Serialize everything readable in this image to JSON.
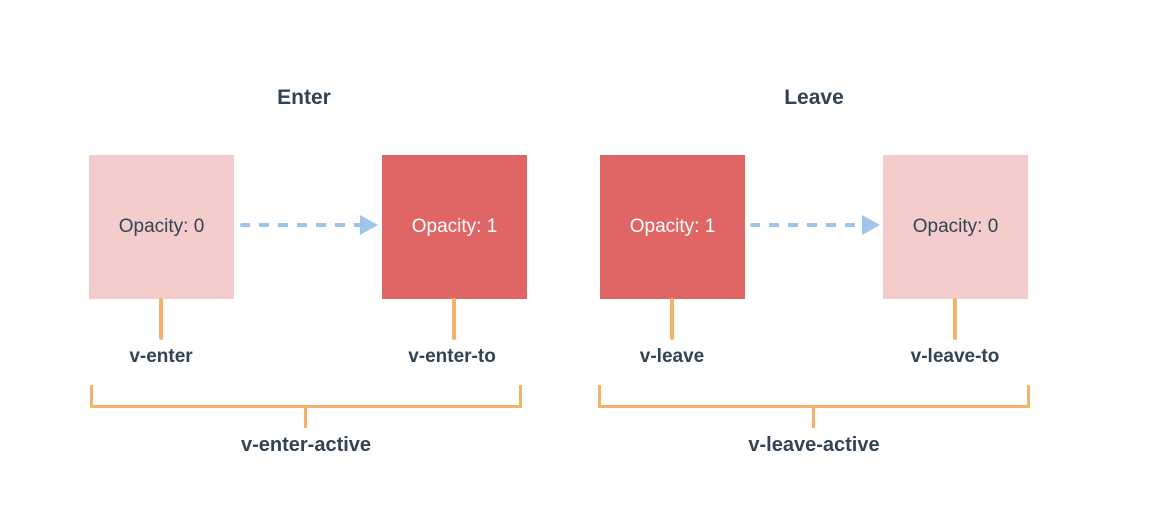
{
  "diagram": {
    "name": "vue-transition-classes-diagram",
    "groups": [
      {
        "title": "Enter",
        "start_box": {
          "text": "Opacity: 0",
          "variant": "faded"
        },
        "end_box": {
          "text": "Opacity: 1",
          "variant": "solid"
        },
        "start_label": "v-enter",
        "end_label": "v-enter-to",
        "active_label": "v-enter-active"
      },
      {
        "title": "Leave",
        "start_box": {
          "text": "Opacity: 1",
          "variant": "solid"
        },
        "end_box": {
          "text": "Opacity: 0",
          "variant": "faded"
        },
        "start_label": "v-leave",
        "end_label": "v-leave-to",
        "active_label": "v-leave-active"
      }
    ],
    "colors": {
      "box_faded": "#f4cccc",
      "box_solid": "#e06666",
      "arrow_blue": "#9fc5e8",
      "connector_orange": "#f6b26b",
      "text_dark": "#304455",
      "text_on_solid": "#ffffff",
      "background": "#ffffff"
    }
  }
}
